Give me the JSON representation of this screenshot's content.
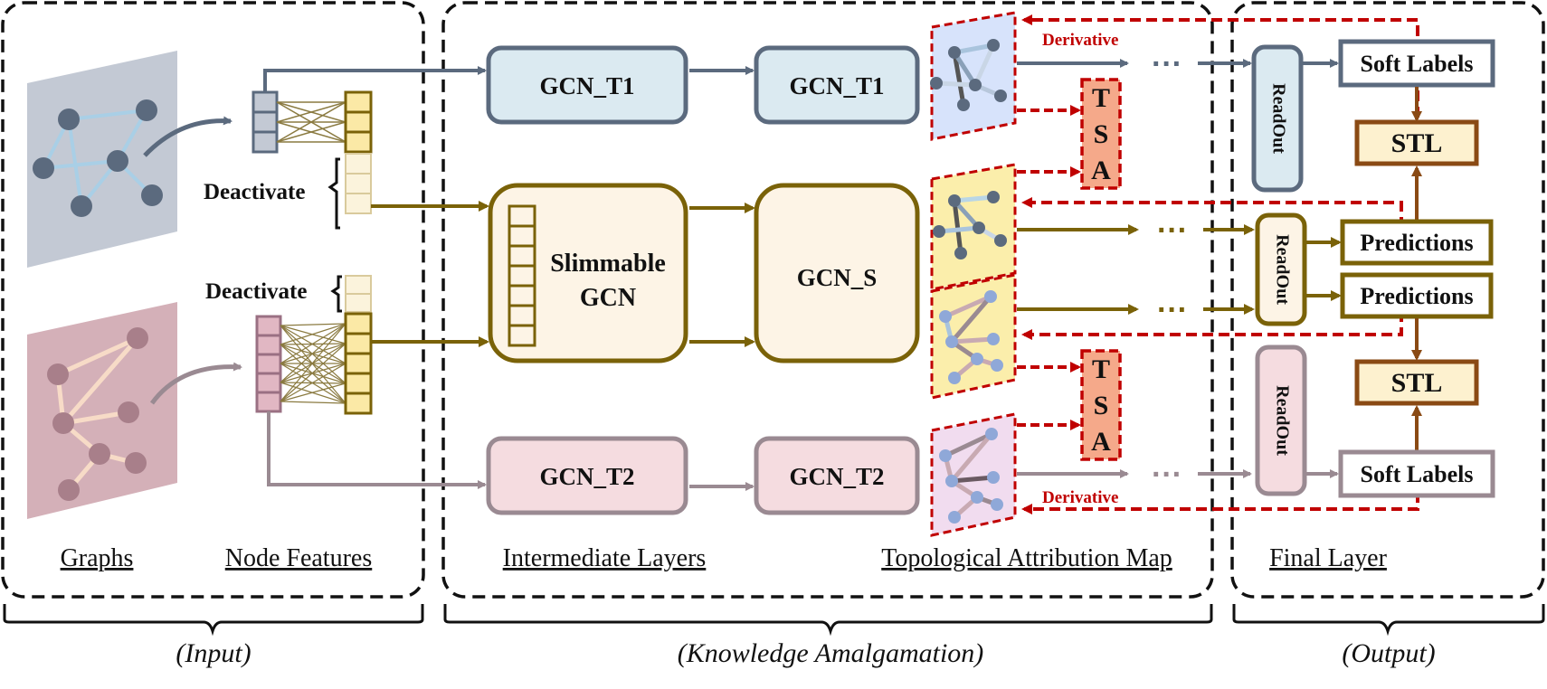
{
  "groups": {
    "input": "(Input)",
    "knowledge": "(Knowledge Amalgamation)",
    "output": "(Output)"
  },
  "captions": {
    "graphs": "Graphs",
    "node_features": "Node Features",
    "intermediate": "Intermediate Layers",
    "tam": "Topological Attribution Map",
    "final": "Final Layer"
  },
  "labels": {
    "deactivate": "Deactivate",
    "gcn_t1": "GCN_T1",
    "gcn_t2": "GCN_T2",
    "gcn_s": "GCN_S",
    "slimmable_line1": "Slimmable",
    "slimmable_line2": "GCN",
    "tsa_t": "T",
    "tsa_s": "S",
    "tsa_a": "A",
    "derivative": "Derivative",
    "readout": "ReadOut",
    "soft_labels": "Soft Labels",
    "stl": "STL",
    "predictions": "Predictions",
    "dots": "···"
  },
  "colors": {
    "teacher1": "#5b6a7e",
    "teacher1_fill": "#dbeaf1",
    "teacher2": "#9a8a92",
    "teacher2_fill": "#f5dce0",
    "student": "#7a6208",
    "student_fill": "#fdf4e6",
    "stl": "#8a4a14",
    "stl_fill": "#fdf1cf",
    "red": "#c00000",
    "tsa_fill": "#f5a98a"
  }
}
